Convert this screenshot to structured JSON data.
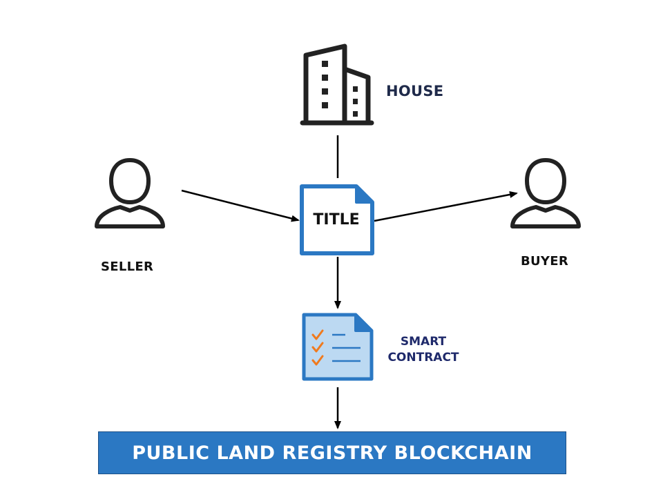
{
  "nodes": {
    "house": "HOUSE",
    "seller": "SELLER",
    "buyer": "BUYER",
    "title": "TITLE",
    "smart_contract": [
      "SMART",
      "CONTRACT"
    ],
    "registry": "PUBLIC LAND REGISTRY BLOCKCHAIN"
  },
  "colors": {
    "accent": "#2b78c3",
    "document_fill": "#bcd9f2",
    "check": "#f07a1e",
    "icon_stroke": "#222222"
  },
  "icons": [
    "building-icon",
    "seller-person-icon",
    "buyer-person-icon",
    "title-document-icon",
    "contract-checklist-icon"
  ]
}
